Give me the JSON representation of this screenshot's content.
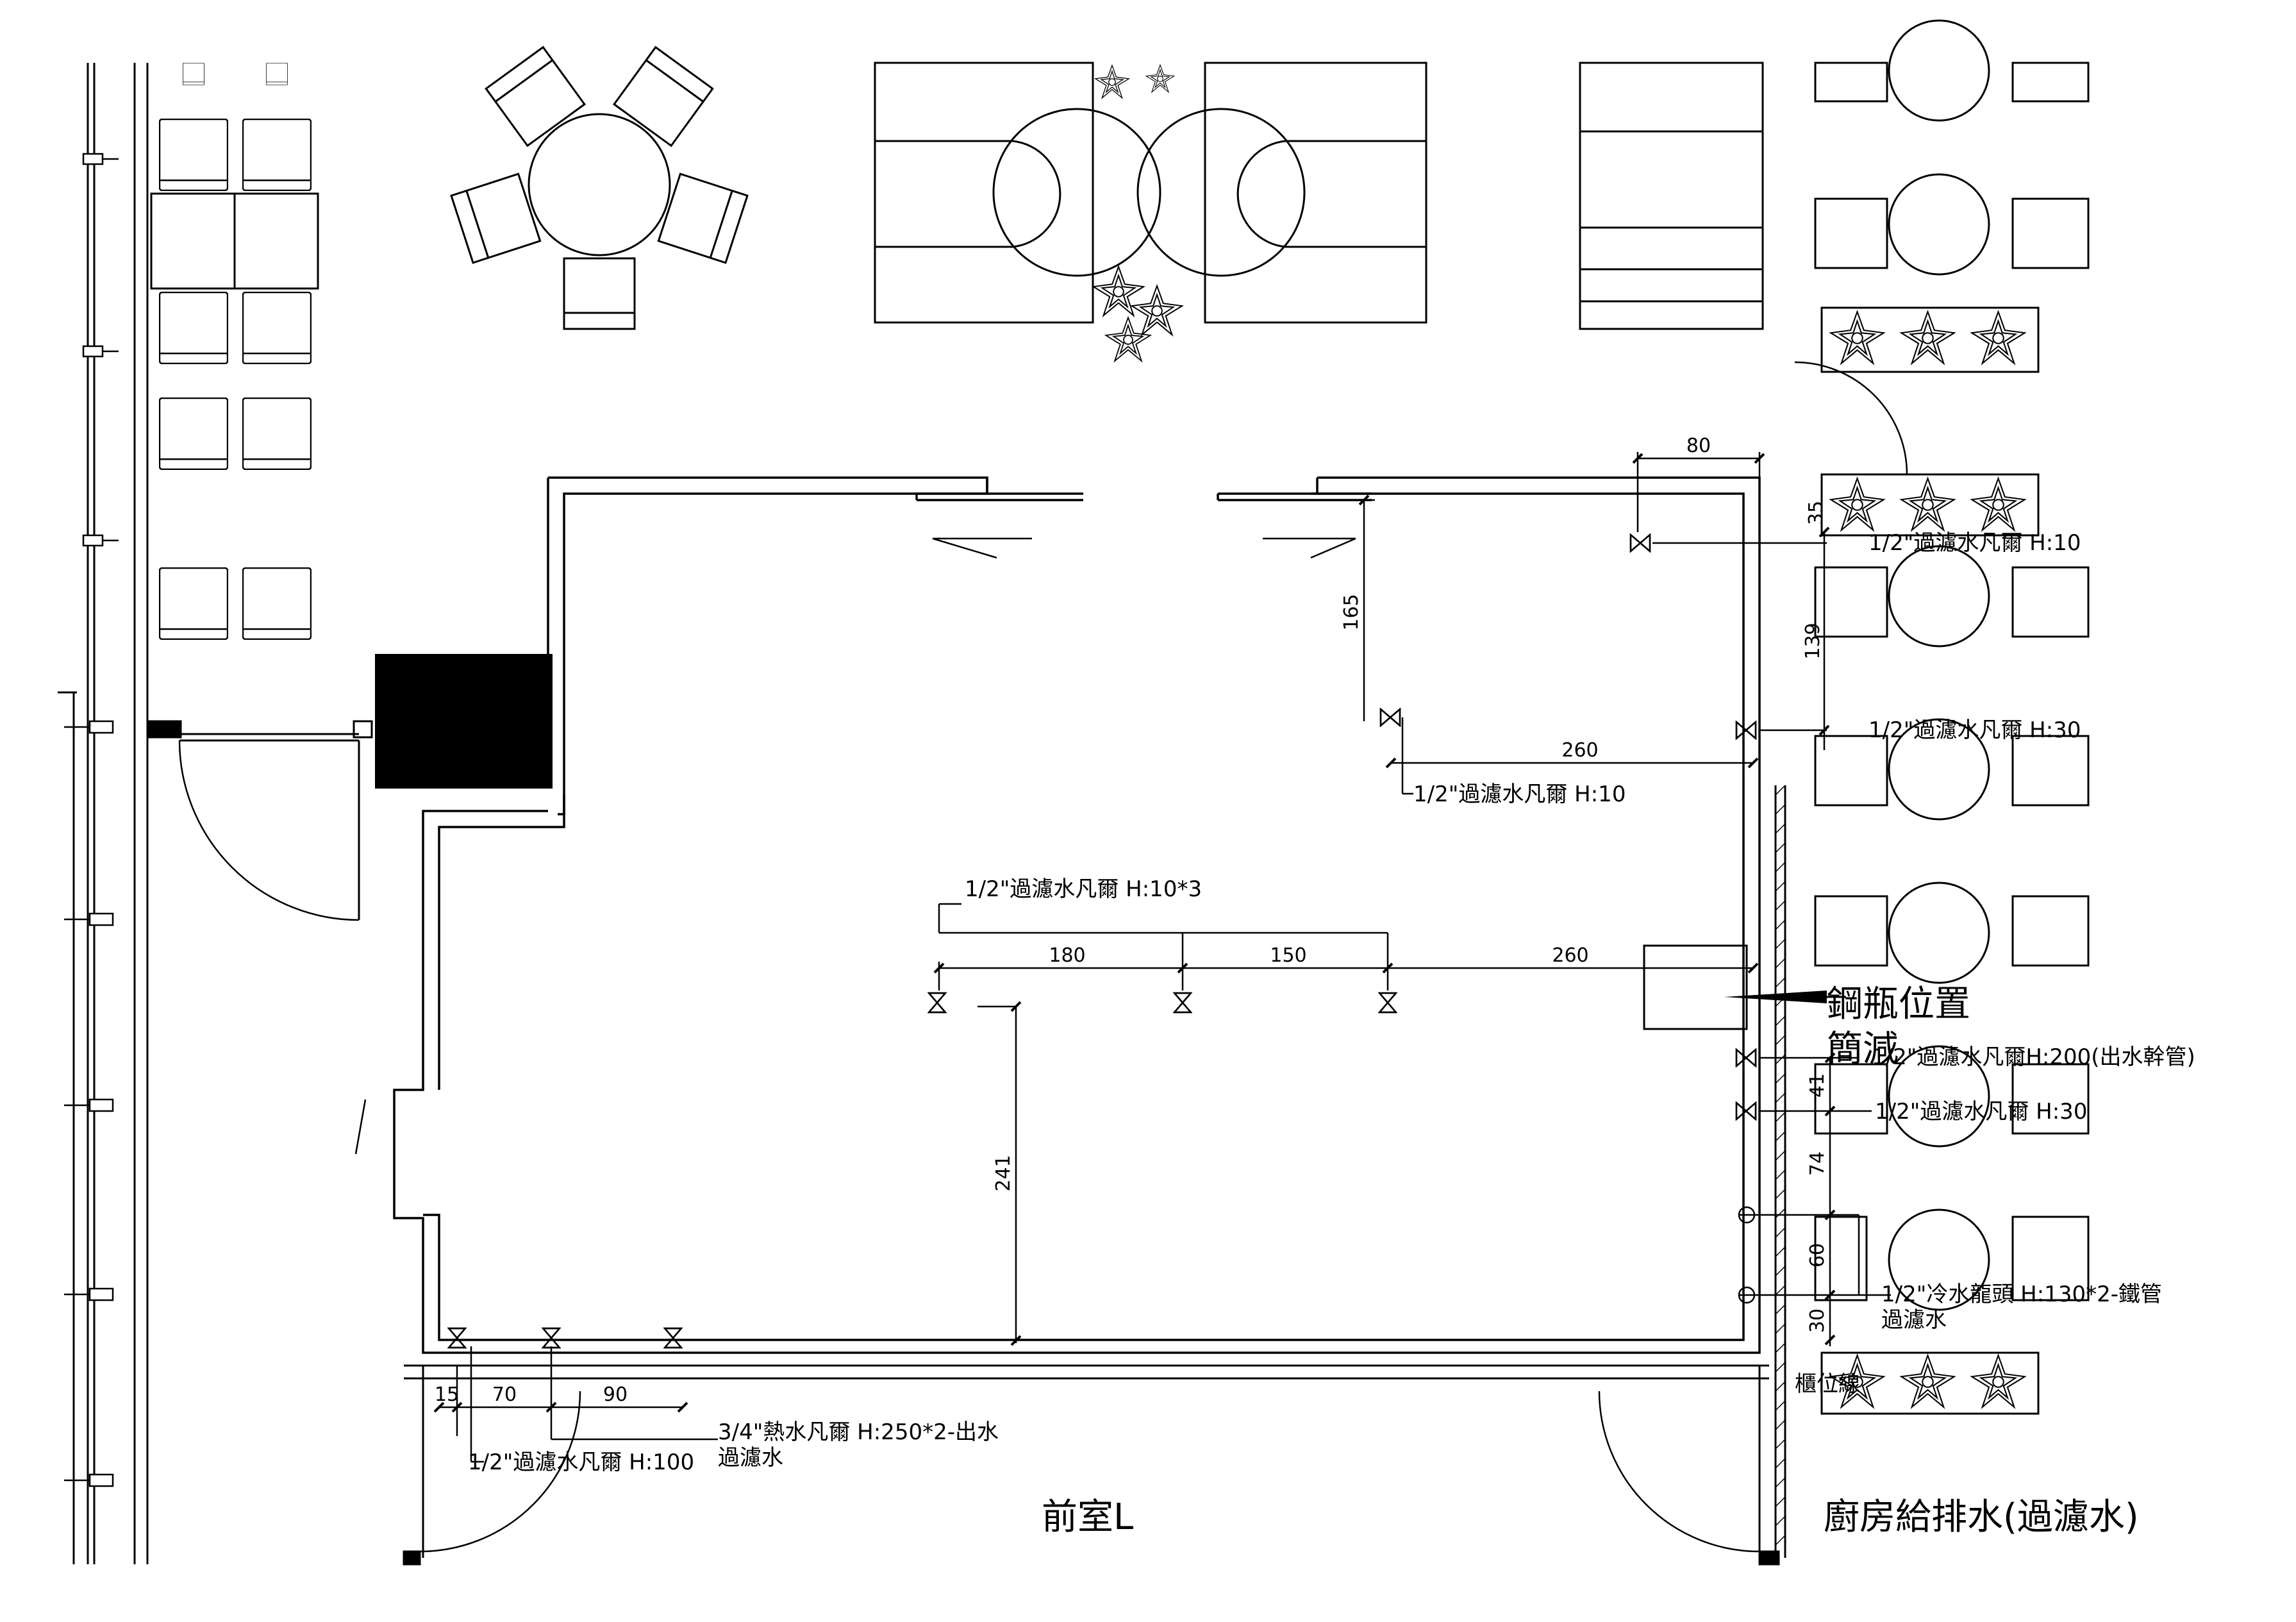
{
  "dimensions": {
    "d80": "80",
    "d35": "35",
    "d165": "165",
    "d139": "139",
    "d260_top": "260",
    "d180": "180",
    "d150": "150",
    "d260_mid": "260",
    "d241": "241",
    "d41": "41",
    "d74": "74",
    "d60": "60",
    "d30": "30",
    "d15": "15",
    "d70": "70",
    "d90": "90"
  },
  "callouts": {
    "valve_top_right": "1/2\"過濾水凡爾 H:10",
    "valve_right_30": "1/2\"過濾水凡爾 H:30",
    "valve_center_10": "1/2\"過濾水凡爾 H:10",
    "valve_row_x3": "1/2\"過濾水凡爾 H:10*3",
    "cylinder_line1": "鋼瓶位置",
    "cylinder_line2": "簡減",
    "valve_200": "1/2\"過濾水凡爾H:200(出水幹管)",
    "valve_right_30b": "1/2\"過濾水凡爾 H:30",
    "faucet_line1": "1/2\"冷水龍頭 H:130*2-鐵管",
    "faucet_line2": "過濾水",
    "counter_line": "櫃位線",
    "hot_water_line1": "3/4\"熱水凡爾 H:250*2-出水",
    "hot_water_line2": "過濾水",
    "valve_100": "1/2\"過濾水凡爾 H:100"
  },
  "labels": {
    "front_room": "前室L",
    "title": "廚房給排水(過濾水)"
  }
}
